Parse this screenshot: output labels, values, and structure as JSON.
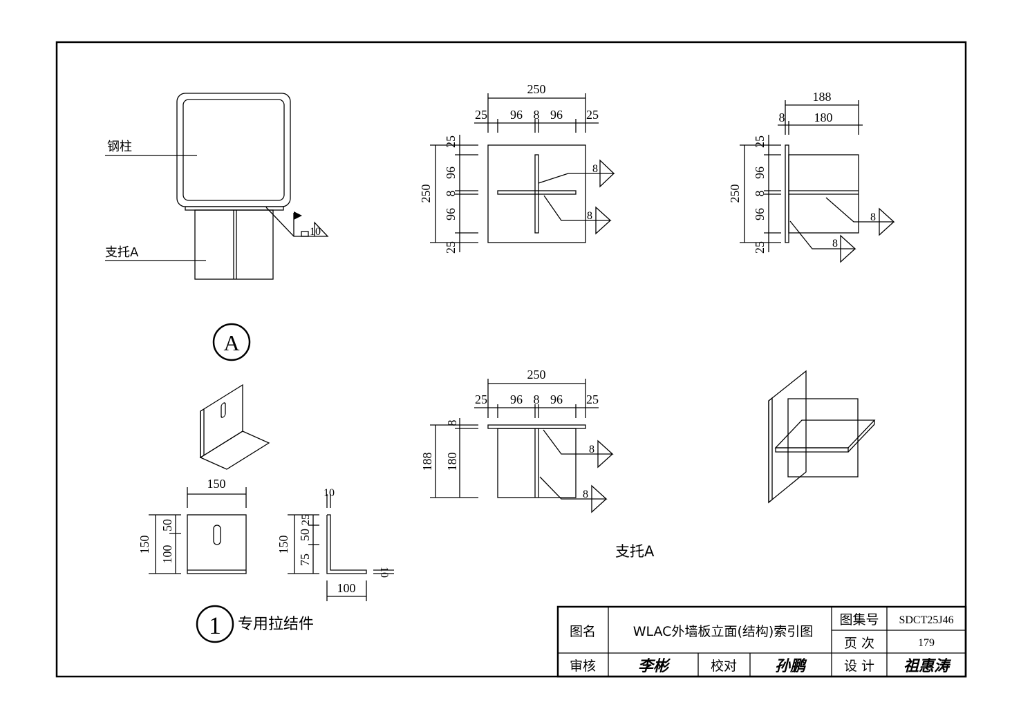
{
  "detail_a": {
    "label_column": "钢柱",
    "label_support": "支托A",
    "weld_size": "10",
    "marker": "A"
  },
  "plan_view": {
    "top_total": "250",
    "top_parts": [
      "25",
      "96",
      "8",
      "96",
      "25"
    ],
    "left_total": "250",
    "left_parts": [
      "25",
      "96",
      "8",
      "96",
      "25"
    ],
    "weld_sizes": [
      "8",
      "8"
    ]
  },
  "side_view": {
    "top_total": "188",
    "top_parts": [
      "8",
      "180"
    ],
    "left_total": "250",
    "left_parts": [
      "25",
      "96",
      "8",
      "96",
      "25"
    ],
    "weld_sizes": [
      "8",
      "8"
    ]
  },
  "front_view": {
    "top_total": "250",
    "top_parts": [
      "25",
      "96",
      "8",
      "96",
      "25"
    ],
    "left_total": "188",
    "left_parts": [
      "8",
      "180"
    ],
    "weld_sizes": [
      "8",
      "8"
    ]
  },
  "support_caption": "支托A",
  "tie_piece": {
    "front_width": "150",
    "front_height": "150",
    "front_parts": [
      "50",
      "100"
    ],
    "side_height": "150",
    "side_parts": [
      "25",
      "50",
      "75"
    ],
    "thickness_top": "10",
    "thickness_bottom": "10",
    "leg_width": "100",
    "marker": "1",
    "caption": "专用拉结件"
  },
  "title_block": {
    "name_label": "图名",
    "name_value": "WLAC外墙板立面(结构)索引图",
    "atlas_label": "图集号",
    "atlas_value": "SDCT25J46",
    "page_label": "页 次",
    "page_value": "179",
    "review_label": "审核",
    "review_signature": "李彬",
    "check_label": "校对",
    "check_signature": "孙鹏",
    "design_label": "设 计",
    "design_signature": "祖惠涛"
  }
}
